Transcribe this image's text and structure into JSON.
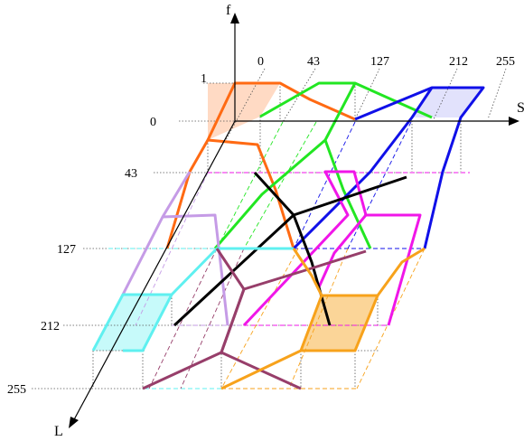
{
  "axes": {
    "f_label": "f",
    "s_label": "S",
    "l_label": "L",
    "f_ticks": [
      "1",
      "0"
    ],
    "s_ticks": [
      "0",
      "43",
      "127",
      "212",
      "255"
    ],
    "l_ticks": [
      "43",
      "127",
      "212",
      "255"
    ]
  },
  "colors": {
    "orange_red": "#ff6a13",
    "green": "#22e622",
    "blue": "#1010e8",
    "violet": "#c59be6",
    "magenta": "#f016e8",
    "black": "#000000",
    "cyan": "#5ff0f0",
    "maroon": "#973e6a",
    "orange": "#f7a21b"
  }
}
